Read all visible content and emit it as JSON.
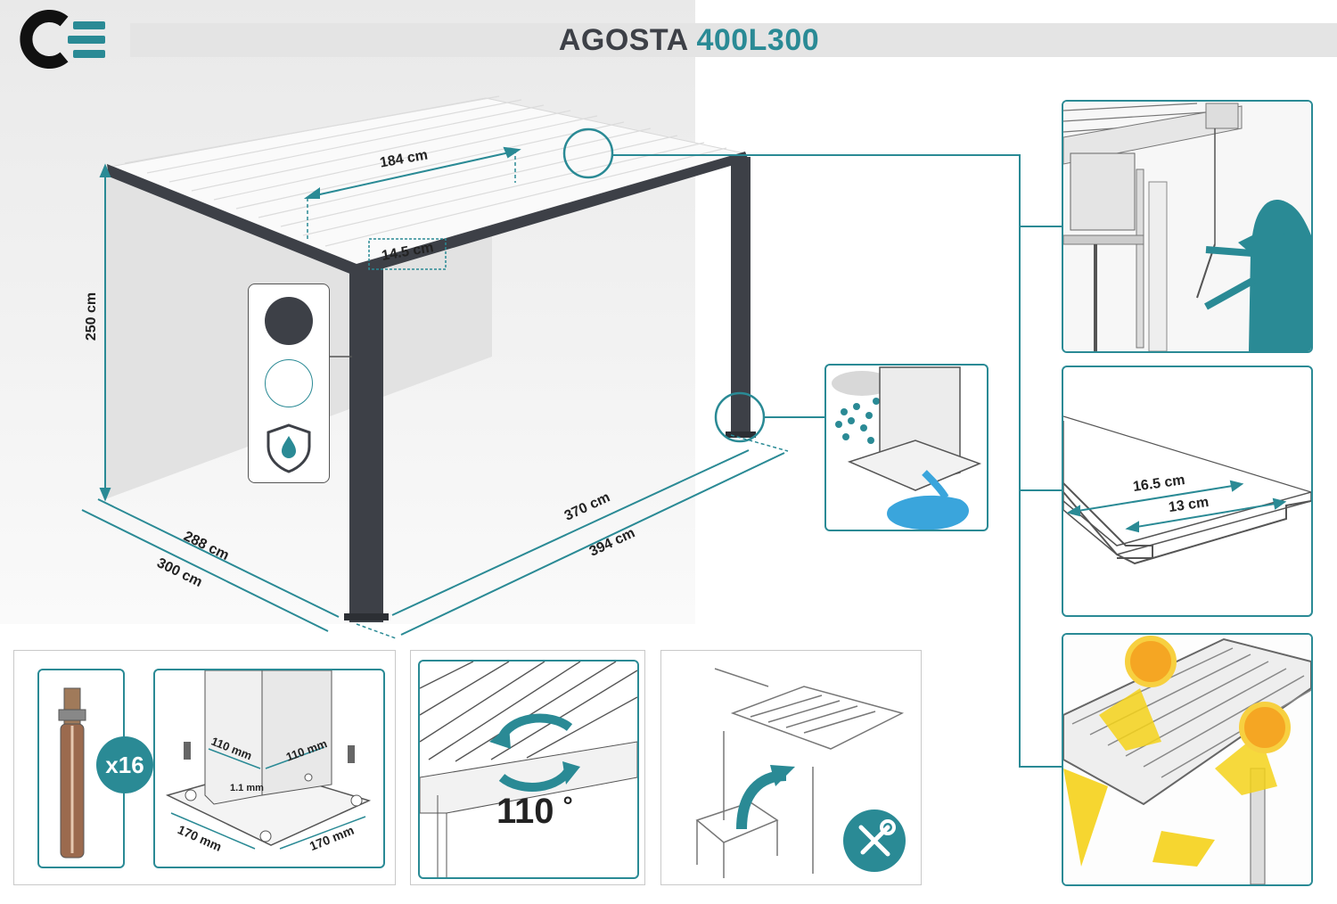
{
  "header": {
    "brand_icon": "ce-logo",
    "title_name": "AGOSTA",
    "title_model": "400L300"
  },
  "dimensions": {
    "louver_span": "184 cm",
    "louver_width": "14.5 cm",
    "height": "250 cm",
    "depth_inner": "288 cm",
    "depth_outer": "300 cm",
    "width_inner": "370 cm",
    "width_outer": "394 cm"
  },
  "profile_panel": {
    "outer_width": "16.5 cm",
    "inner_width": "13 cm"
  },
  "footplate": {
    "anchor_count": "x16",
    "post_w1": "110 mm",
    "post_w2": "110 mm",
    "wall": "1.1 mm",
    "plate_w1": "170 mm",
    "plate_w2": "170 mm"
  },
  "rotation": {
    "angle": "110",
    "degree_mark": "°"
  },
  "colors": {
    "accent": "#2a8a95",
    "frame": "#3d4047",
    "swatch_dark": "#3d4047",
    "swatch_white": "#ffffff"
  },
  "icons": [
    "ce-logo",
    "color-swatch-dark",
    "color-swatch-white",
    "water-shield-icon",
    "rain-cloud-icon",
    "tools-icon",
    "rotate-arrows-icon",
    "sun-icon"
  ]
}
